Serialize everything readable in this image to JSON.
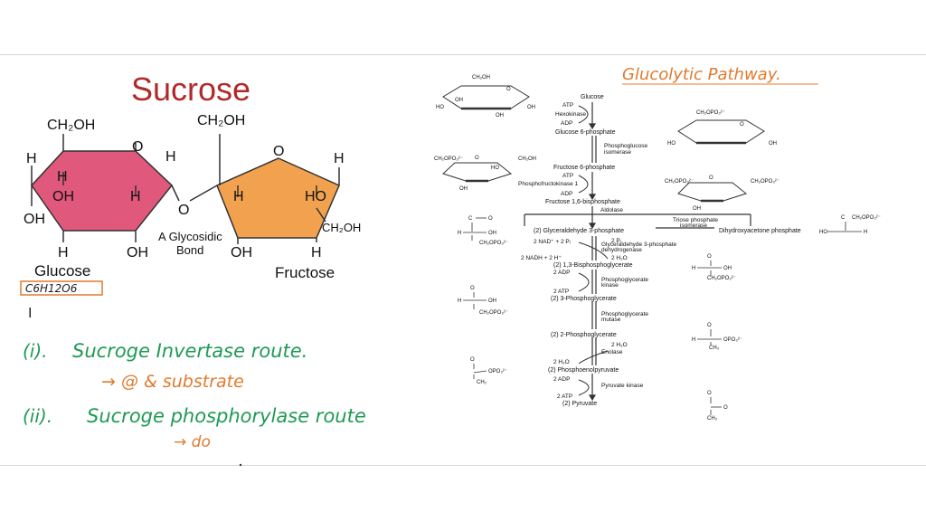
{
  "sucrose": {
    "title": "Sucrose",
    "glucose_label": "Glucose",
    "fructose_label": "Fructose",
    "bond_line1": "A Glycosidic",
    "bond_line2": "Bond",
    "formula": "C6H12O6",
    "glucose_atoms": {
      "ch2oh": "CH₂OH",
      "ring_o": "O",
      "h_left": "H",
      "h_top_right": "H",
      "h_inner1": "H",
      "oh_inner1": "OH",
      "h_inner2": "H",
      "oh_left": "OH",
      "h_bottom": "H",
      "oh_bottom": "OH",
      "o_link": "O"
    },
    "fructose_atoms": {
      "ch2oh_top": "CH₂OH",
      "ring_o": "O",
      "h_right": "H",
      "h_inner": "H",
      "ho_inner": "HO",
      "ch2oh_right": "CH₂OH",
      "oh_bottom": "OH",
      "h_bottom": "H"
    },
    "colors": {
      "glucose": "#e0587b",
      "fructose": "#f2a24e",
      "title": "#b02a2a"
    }
  },
  "notes": {
    "formula_handwritten": "C6H12O6",
    "cursor_mark": "I",
    "line1_num": "(i).",
    "line1_text": "Sucroge Invertase route.",
    "line1_sub": "→ @ & substrate",
    "line2_num": "(ii).",
    "line2_text": "Sucroge phosphorylase route",
    "line2_sub": "→ do",
    "colors": {
      "green": "#1f9a55",
      "orange": "#e07b2e"
    }
  },
  "pathway": {
    "heading": "Glucolytic Pathway.",
    "steps": [
      "Glucose",
      "Glucose 6-phosphate",
      "Fructose 6-phosphate",
      "Fructose 1,6-bisphosphate",
      "(2) Glyceraldehyde 3-phosphate",
      "Dihydroxyacetone phosphate",
      "(2) 1,3-Bisphosphoglycerate",
      "(2) 3-Phosphoglycerate",
      "(2) 2-Phosphoglycerate",
      "(2) Phosphoenolpyruvate",
      "(2) Pyruvate"
    ],
    "enzymes": {
      "hexokinase": "Hexokinase",
      "pgi1": "Phosphoglucose",
      "pgi2": "isomerase",
      "pfk": "Phosphofructokinase 1",
      "aldolase": "Aldolase",
      "tpi1": "Triose phosphate",
      "tpi2": "isomerase",
      "gapdh1": "Glyceraldehyde 3-phosphate",
      "gapdh2": "dehydrogenase",
      "pgk1": "Phosphoglycerate",
      "pgk2": "kinase",
      "pgm1": "Phosphoglycerate",
      "pgm2": "mutase",
      "enolase": "Enolase",
      "pk": "Pyruvate kinase"
    },
    "cofactors": {
      "atp1": "ATP",
      "adp1": "ADP",
      "atp2": "ATP",
      "adp2": "ADP",
      "nad": "2 NAD⁺ + 2 Pᵢ",
      "nadh": "2 NADH + 2 H⁺",
      "pi": "2 Pᵢ",
      "h2o_a": "2 H₂O",
      "adp3": "2 ADP",
      "atp3": "2 ATP",
      "h2o_b": "2 H₂O",
      "h2o_c": "2 H₂O",
      "adp4": "2 ADP",
      "atp4": "2 ATP"
    },
    "struct": {
      "ch2oh": "CH₂OH",
      "ch2opo3": "CH₂OPO₃²⁻",
      "ch2opo3_l": "CH₂OPO₃²⁻",
      "opo3": "OPO₃²⁻",
      "o": "O",
      "oh": "OH",
      "ho": "HO",
      "h": "H",
      "c": "C",
      "ch2": "CH₂",
      "ch3": "CH₃"
    }
  }
}
